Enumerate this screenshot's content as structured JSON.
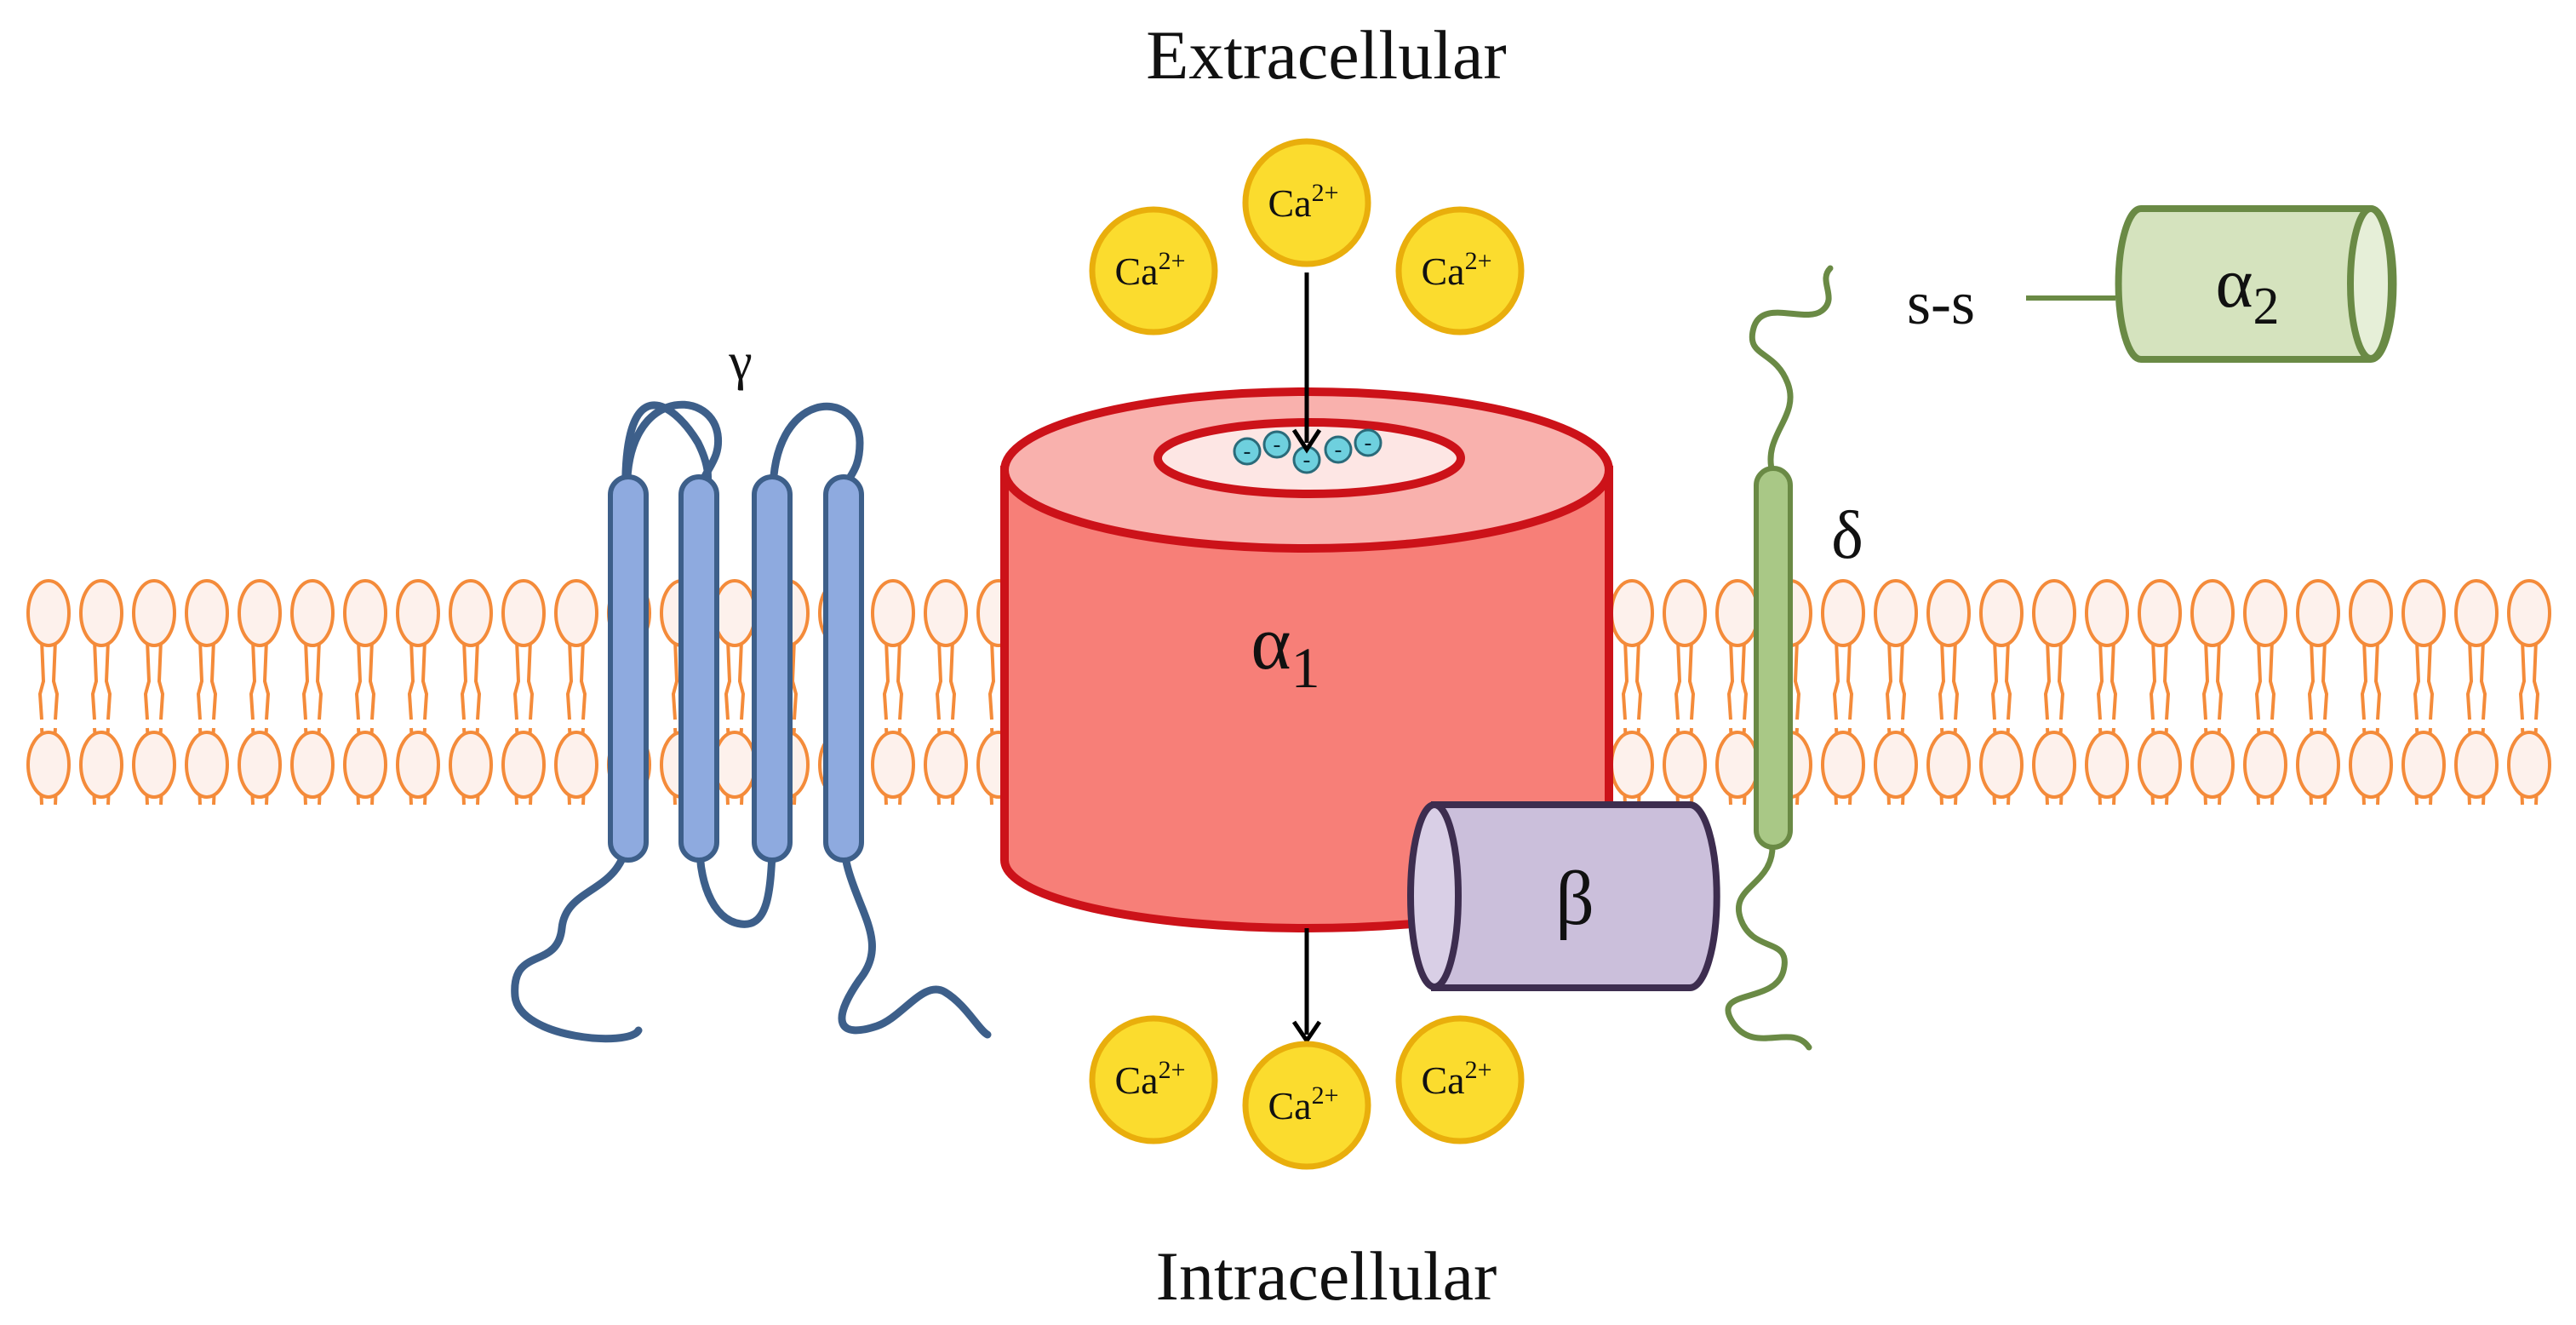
{
  "labels": {
    "extracellular": "Extracellular",
    "intracellular": "Intracellular",
    "gamma": "γ",
    "delta": "δ",
    "beta": "β",
    "alpha1": "α",
    "alpha1_sub": "1",
    "alpha2": "α",
    "alpha2_sub": "2",
    "disulfide": "s-s"
  },
  "ion": {
    "text": "Ca",
    "charge": "2+",
    "negative": "-"
  },
  "colors": {
    "lipid": "#f48b3a",
    "lipid_fill": "#fdf1ec",
    "alpha1_fill": "#f77f78",
    "alpha1_top": "#f9b1ad",
    "alpha1_stroke": "#cc1219",
    "gamma_fill": "#8eaadf",
    "gamma_stroke": "#3d5f8a",
    "delta_fill": "#a9c886",
    "delta_stroke": "#6a8a45",
    "alpha2_fill": "#d5e3be",
    "beta_fill": "#cbbfdb",
    "beta_stroke": "#3d2d4f",
    "ca_fill": "#fbdc2e",
    "ca_stroke": "#e9ae0c",
    "neg_fill": "#6ed0de"
  }
}
